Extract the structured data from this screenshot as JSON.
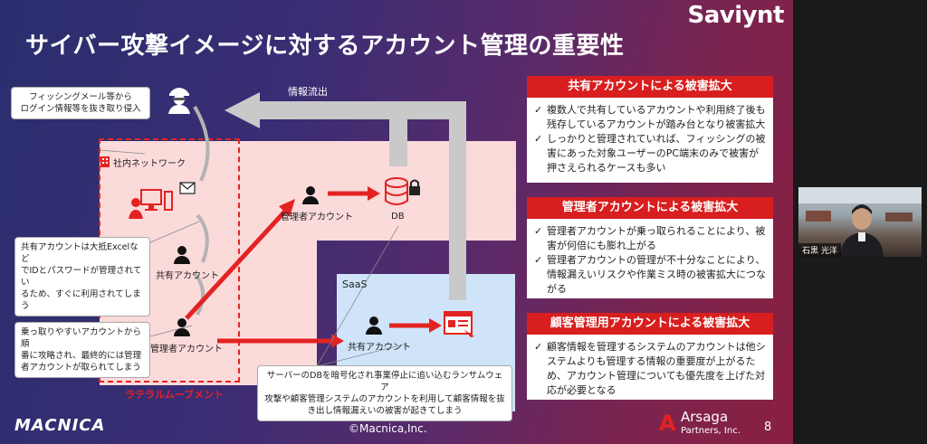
{
  "slide": {
    "title": "サイバー攻撃イメージに対するアカウント管理の重要性",
    "brand": "Saviynt",
    "footer_logo": "MACNICA",
    "copyright": "©Macnica,Inc.",
    "partner_icon": "A",
    "partner_name": "Arsaga",
    "partner_sub": "Partners, Inc.",
    "page_number": "8"
  },
  "diagram": {
    "phishing_callout": "フィッシングメール等から\nログイン情報等を抜き取り侵入",
    "info_leak": "情報流出",
    "internal_network": "社内ネットワーク",
    "shared_account_callout": "共有アカウントは大抵Excelなど\nでIDとパスワードが管理されてい\nるため、すぐに利用されてしまう",
    "lateral_callout": "乗っ取りやすいアカウントから順\n番に攻略され、最終的には管理\n者アカウントが取られてしまう",
    "ransomware_callout": "サーバーのDBを暗号化され事業停止に追い込むランサムウェア\n攻撃や顧客管理システムのアカウントを利用して顧客情報を抜\nき出し情報漏えいの被害が起きてしまう",
    "shared_account": "共有アカウント",
    "admin_account": "管理者アカウント",
    "admin_account_top": "管理者アカウント",
    "db": "DB",
    "saas": "SaaS",
    "saas_shared": "共有アカウント",
    "lateral_movement": "ラテラルムーブメント"
  },
  "cards": [
    {
      "title": "共有アカウントによる被害拡大",
      "bullets": [
        "複数人で共有しているアカウントや利用終了後も残存しているアカウントが踏み台となり被害拡大",
        "しっかりと管理されていれば、フィッシングの被害にあった対象ユーザーのPC端末のみで被害が押さえられるケースも多い"
      ]
    },
    {
      "title": "管理者アカウントによる被害拡大",
      "bullets": [
        "管理者アカウントが乗っ取られることにより、被害が何倍にも膨れ上がる",
        "管理者アカウントの管理が不十分なことにより、情報漏えいリスクや作業ミス時の被害拡大につながる"
      ]
    },
    {
      "title": "顧客管理用アカウントによる被害拡大",
      "bullets": [
        "顧客情報を管理するシステムのアカウントは他システムよりも管理する情報の重要度が上がるため、アカウント管理についても優先度を上げた対応が必要となる"
      ]
    }
  ],
  "webcam": {
    "name": "石黒 光洋"
  },
  "colors": {
    "accent_red": "#d81e1e",
    "saas_blue": "#cfe4f8",
    "internal_pink": "#fbdada"
  }
}
